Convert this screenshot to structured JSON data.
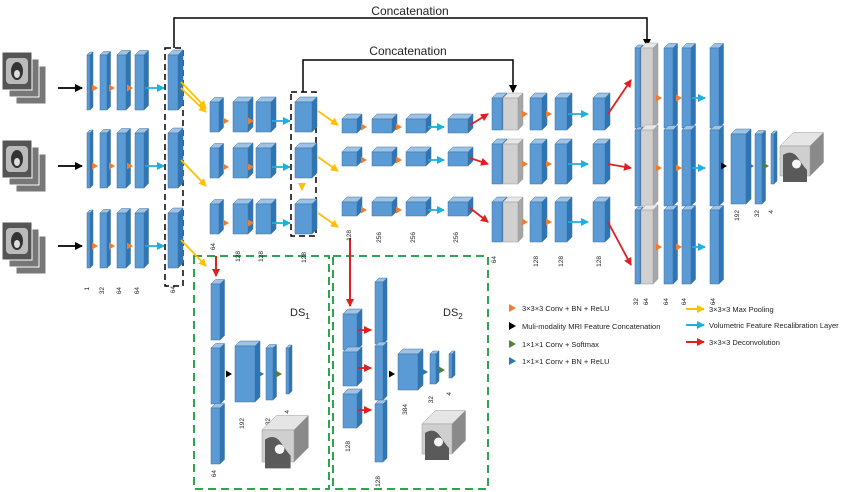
{
  "titles": {
    "concat_top": "Concatenation",
    "concat_mid": "Concatenation"
  },
  "ds_labels": {
    "ds1_main": "DS",
    "ds1_sub": "1",
    "ds2_main": "DS",
    "ds2_sub": "2"
  },
  "channel_labels": {
    "enc1": [
      "1",
      "32",
      "64",
      "64"
    ],
    "enc1_concat": "64",
    "enc2": [
      "64",
      "128",
      "128"
    ],
    "enc2_concat": "128",
    "enc3": [
      "128",
      "256",
      "256",
      "256"
    ],
    "dec1": [
      "64",
      "128",
      "128",
      "128"
    ],
    "dec2": [
      "32",
      "64",
      "64",
      "64",
      "64"
    ],
    "out": [
      "192",
      "32",
      "4"
    ],
    "ds1": [
      "64",
      "192",
      "32",
      "4"
    ],
    "ds2": [
      "128",
      "128",
      "384",
      "32",
      "4"
    ]
  },
  "legend": [
    {
      "marker": "orange-triangle",
      "text": "3×3×3 Conv + BN + ReLU"
    },
    {
      "marker": "black-triangle",
      "text": "Muli-modality MRI Feature Concatenation"
    },
    {
      "marker": "green-triangle",
      "text": "1×1×1 Conv + Softmax"
    },
    {
      "marker": "blue-triangle",
      "text": "1×1×1 Conv + BN + ReLU"
    },
    {
      "marker": "yellow-arrow",
      "text": "3×3×3 Max Pooling"
    },
    {
      "marker": "cyan-arrow",
      "text": "Volumetric Feature Recalibration Layer"
    },
    {
      "marker": "red-arrow",
      "text": "3×3×3 Deconvolution"
    }
  ],
  "colors": {
    "block_front": "#5b9bd5",
    "block_side": "#2e75b6",
    "block_top": "#9dc3e6",
    "gray_front": "#d0d0d0",
    "conv": "#ed7d31",
    "concat": "#000000",
    "softmax": "#548235",
    "conv1": "#2e75b6",
    "pool": "#ffc000",
    "recal": "#1ab0e0",
    "deconv": "#e02020",
    "ds_border": "#2ea44f"
  }
}
